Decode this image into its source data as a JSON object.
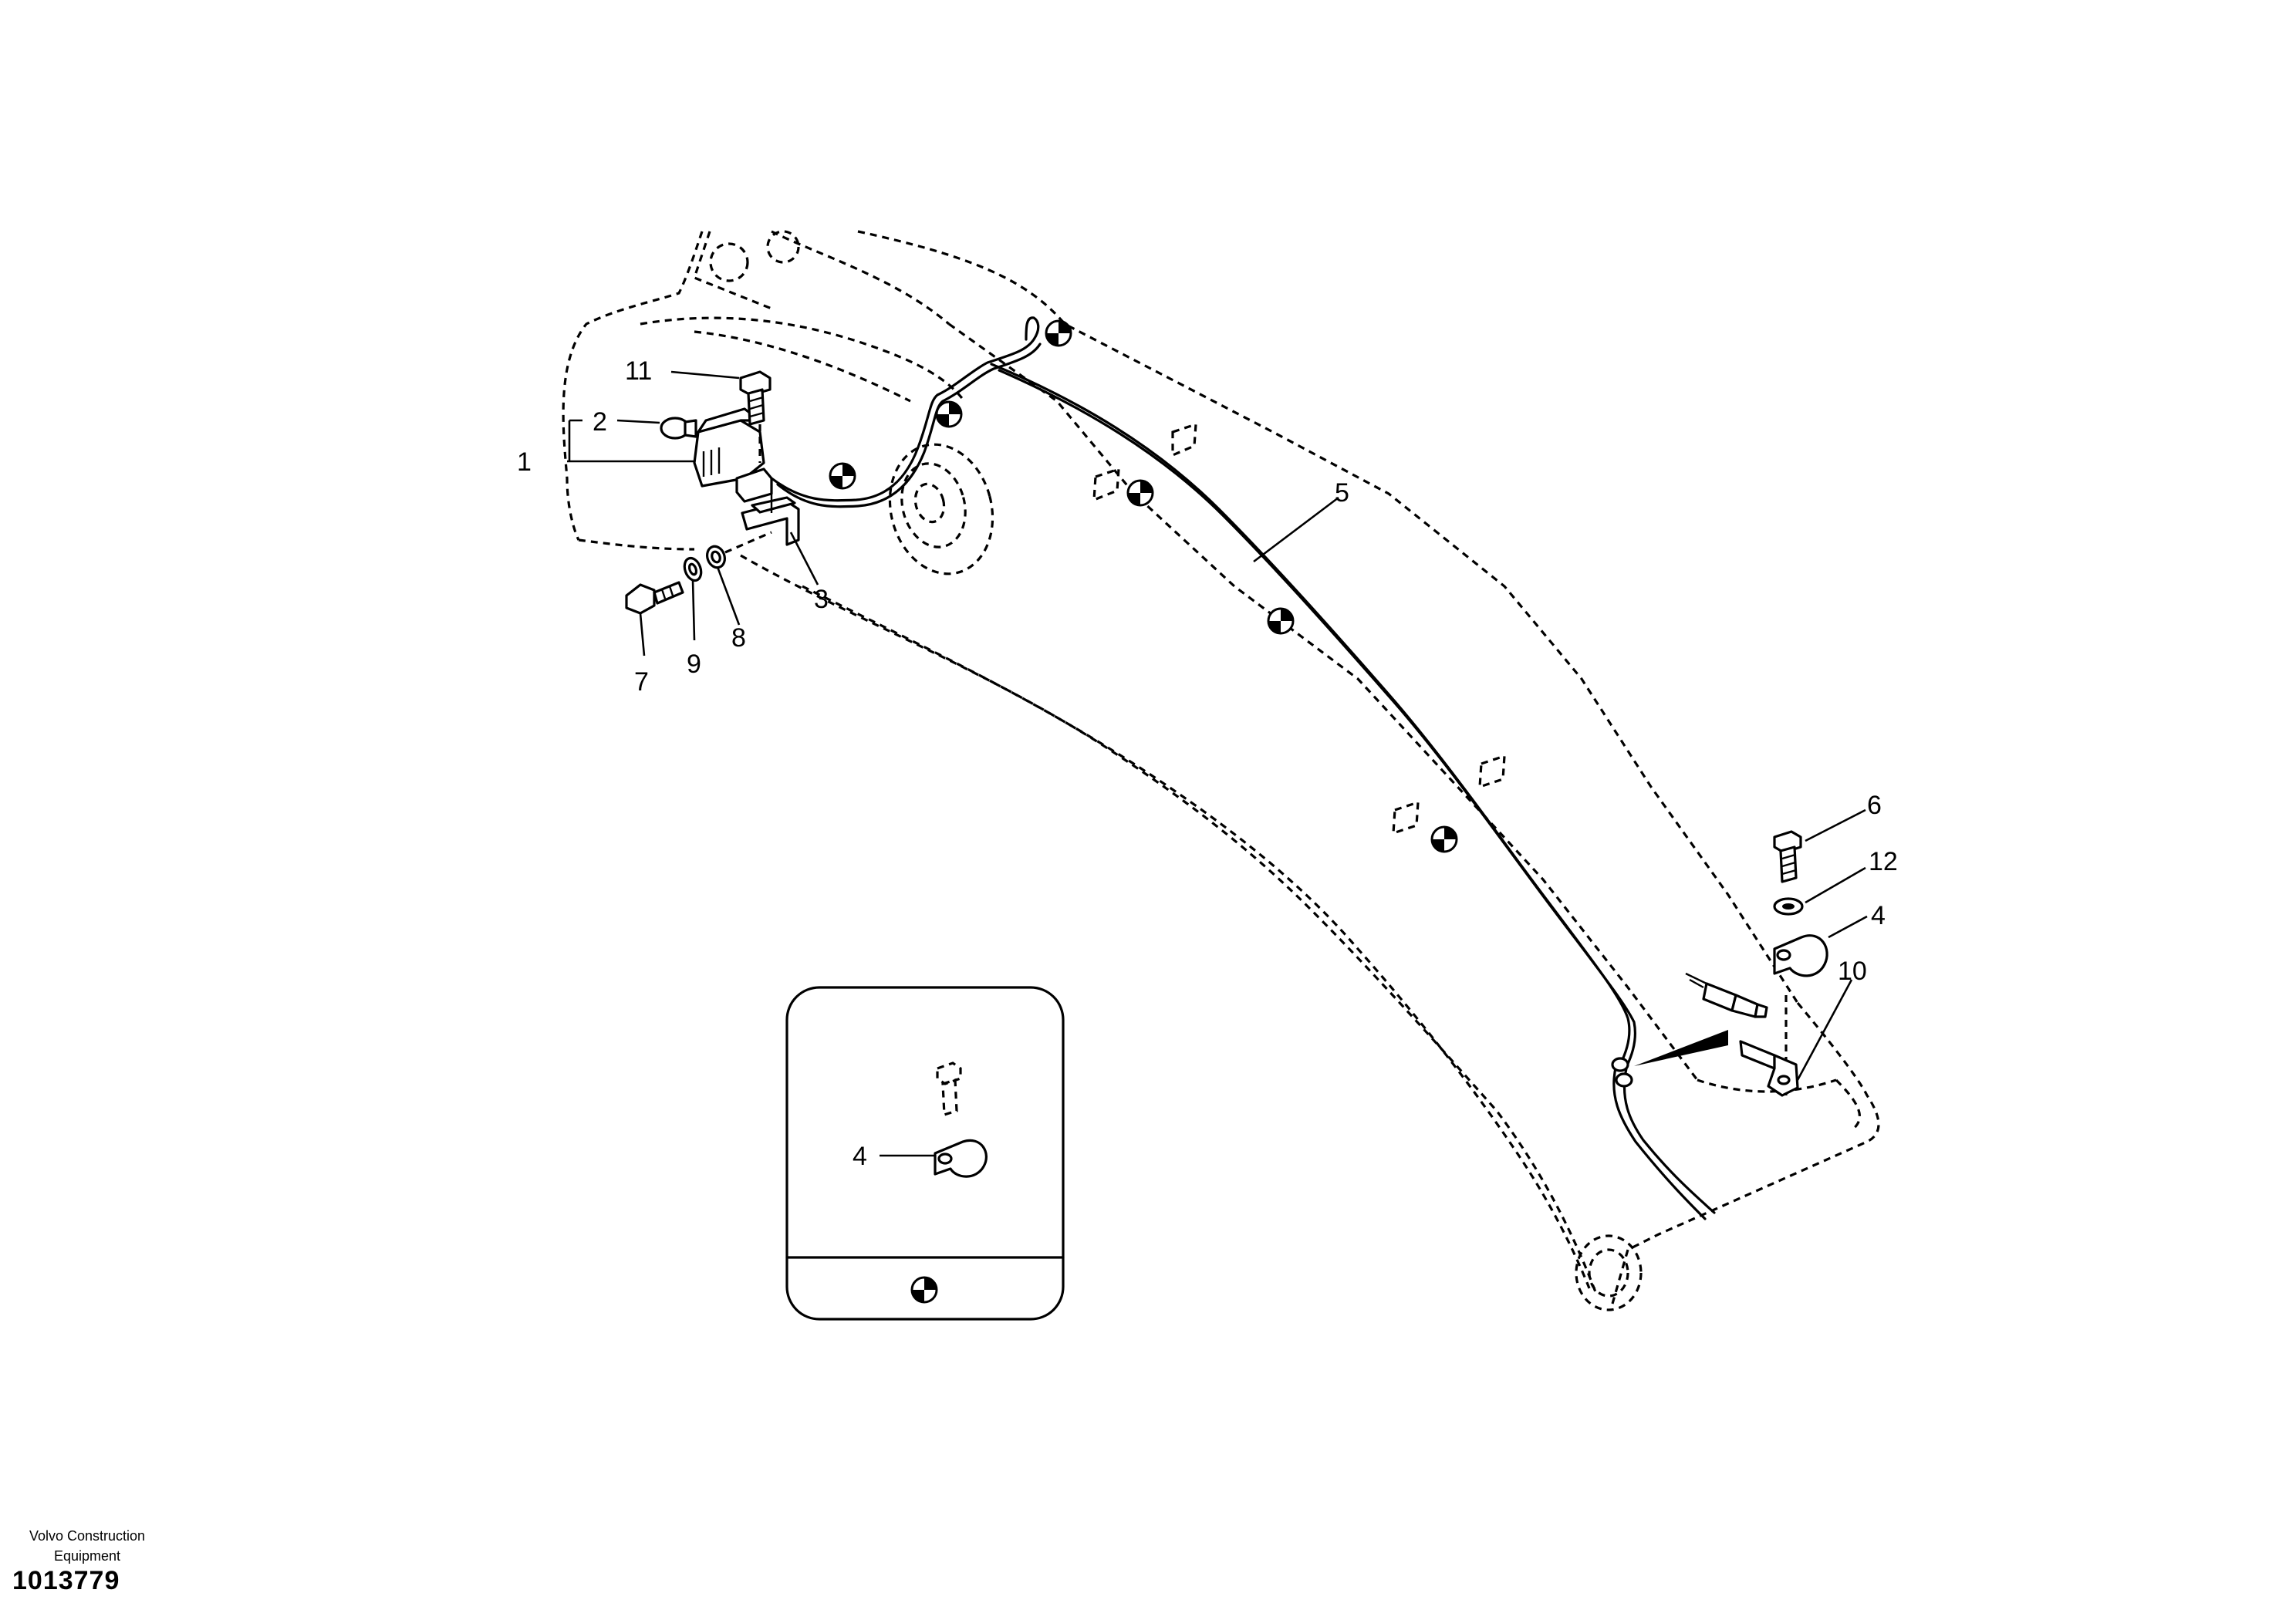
{
  "drawing": {
    "callouts": {
      "c1": "1",
      "c2": "2",
      "c3": "3",
      "c4": "4",
      "c4_detail": "4",
      "c5": "5",
      "c6": "6",
      "c7": "7",
      "c8": "8",
      "c9": "9",
      "c10": "10",
      "c11": "11",
      "c12": "12"
    }
  },
  "footer": {
    "brand_line1": "Volvo Construction",
    "brand_line2": "Equipment",
    "reference_number": "1013779"
  }
}
